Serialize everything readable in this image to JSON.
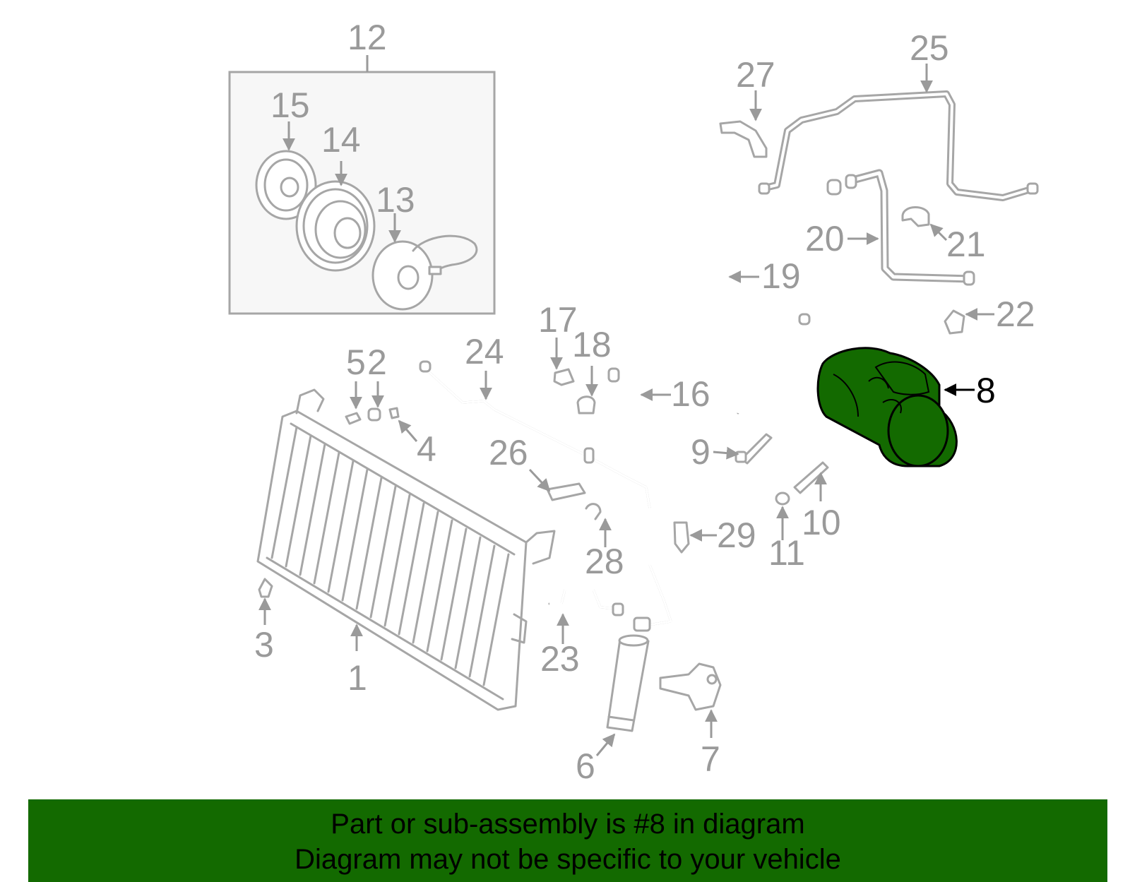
{
  "colors": {
    "highlight": "#136a00",
    "banner": "#136a00",
    "line": "#a6a6a6",
    "label": "#9a9a9a",
    "highlight_label": "#000000"
  },
  "diagram": {
    "highlighted_part": "8",
    "callouts": {
      "c1": "1",
      "c2": "2",
      "c3": "3",
      "c4": "4",
      "c5": "5",
      "c6": "6",
      "c7": "7",
      "c8": "8",
      "c9": "9",
      "c10": "10",
      "c11": "11",
      "c12": "12",
      "c13": "13",
      "c14": "14",
      "c15": "15",
      "c16": "16",
      "c17": "17",
      "c18": "18",
      "c19": "19",
      "c20": "20",
      "c21": "21",
      "c22": "22",
      "c23": "23",
      "c24": "24",
      "c25": "25",
      "c26": "26",
      "c27": "27",
      "c28": "28",
      "c29": "29"
    }
  },
  "banner": {
    "line1": "Part or sub-assembly is #8 in diagram",
    "line2": "Diagram may not be specific to your vehicle"
  }
}
